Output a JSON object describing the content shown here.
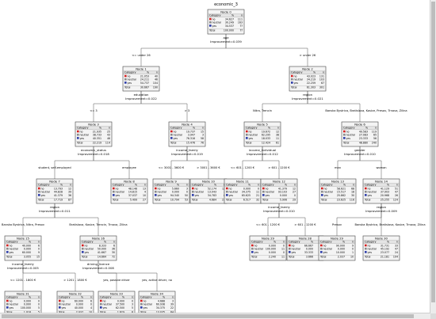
{
  "title": "economic_3",
  "category_header": "Category",
  "pct_header": "%",
  "n_header": "n",
  "total_label": "Total",
  "category_labels": [
    "no",
    "neutral",
    "yes"
  ],
  "category_colors": [
    "#d42020",
    "#8a8a8a",
    "#2a3aa8"
  ],
  "nodes": [
    {
      "id": 0,
      "label": "Node 0",
      "rows": [
        [
          "34.627",
          "111"
        ],
        [
          "30.249",
          "163"
        ],
        [
          "34.537",
          "??"
        ]
      ],
      "total": [
        "100.000",
        "??"
      ]
    },
    {
      "id": 1,
      "label": "Node 1",
      "rows": [
        [
          "21.053",
          "40"
        ],
        [
          "24.211",
          "46"
        ],
        [
          "54.737",
          "104"
        ]
      ],
      "total": [
        "30.667",
        "190"
      ]
    },
    {
      "id": 2,
      "label": "Node 2",
      "rows": [
        [
          "43.023",
          "131"
        ],
        [
          "34.219",
          "103"
        ],
        [
          "22.259",
          "67"
        ]
      ],
      "total": [
        "61.303",
        "301"
      ]
    },
    {
      "id": 3,
      "label": "Node 3",
      "rows": [
        [
          "21.935",
          "25"
        ],
        [
          "38.733",
          "43"
        ],
        [
          "40.351",
          "46"
        ]
      ],
      "total": [
        "22.219",
        "114"
      ]
    },
    {
      "id": 4,
      "label": "Node 4",
      "rows": [
        [
          "19.737",
          "15"
        ],
        [
          "3.947",
          "3"
        ],
        [
          "76.316",
          "58"
        ]
      ],
      "total": [
        "15.476",
        "76"
      ]
    },
    {
      "id": 5,
      "label": "Node 5",
      "rows": [
        [
          "19.672",
          "12"
        ],
        [
          "62.295",
          "38"
        ],
        [
          "18.033",
          "11"
        ]
      ],
      "total": [
        "12.424",
        "61"
      ]
    },
    {
      "id": 6,
      "label": "Node 6",
      "rows": [
        [
          "49.583",
          "119"
        ],
        [
          "27.083",
          "65"
        ],
        [
          "23.333",
          "56"
        ]
      ],
      "total": [
        "48.880",
        "240"
      ]
    },
    {
      "id": 7,
      "label": "Node 7",
      "rows": [
        [
          "13.793",
          "12"
        ],
        [
          "44.828",
          "39"
        ],
        [
          "41.379",
          "36"
        ]
      ],
      "total": [
        "17.719",
        "87"
      ]
    },
    {
      "id": 8,
      "label": "Node 8",
      "rows": [
        [
          "48.148",
          "13"
        ],
        [
          "14.815",
          "4"
        ],
        [
          "37.037",
          "10"
        ]
      ],
      "total": [
        "5.499",
        "27"
      ]
    },
    {
      "id": 9,
      "label": "Node 9",
      "rows": [
        [
          "5.660",
          "3"
        ],
        [
          "0.000",
          "0"
        ],
        [
          "94.340",
          "50"
        ]
      ],
      "total": [
        "10.794",
        "53"
      ]
    },
    {
      "id": 10,
      "label": "Node 10",
      "rows": [
        [
          "52.174",
          "12"
        ],
        [
          "13.043",
          "3"
        ],
        [
          "34.783",
          "8"
        ]
      ],
      "total": [
        "4.684",
        "23"
      ]
    },
    {
      "id": 11,
      "label": "Node 11",
      "rows": [
        [
          "0.000",
          "0"
        ],
        [
          "34.375",
          "11"
        ],
        [
          "65.625",
          "21"
        ]
      ],
      "total": [
        "6.517",
        "32"
      ]
    },
    {
      "id": 12,
      "label": "Node 12",
      "rows": [
        [
          "41.379",
          "12"
        ],
        [
          "93.103",
          "27"
        ],
        [
          "0.000",
          "0"
        ]
      ],
      "total": [
        "5.906",
        "29"
      ]
    },
    {
      "id": 13,
      "label": "Node 13",
      "rows": [
        [
          "58.621",
          "68"
        ],
        [
          "15.517",
          "18"
        ],
        [
          "25.862",
          "30"
        ]
      ],
      "total": [
        "23.625",
        "116"
      ]
    },
    {
      "id": 14,
      "label": "Node 14",
      "rows": [
        [
          "41.129",
          "51"
        ],
        [
          "37.903",
          "47"
        ],
        [
          "20.968",
          "26"
        ]
      ],
      "total": [
        "25.255",
        "124"
      ]
    },
    {
      "id": 15,
      "label": "Node 15",
      "rows": [
        [
          "40.000",
          "6"
        ],
        [
          "0.000",
          "0"
        ],
        [
          "60.000",
          "9"
        ]
      ],
      "total": [
        "3.055",
        "15"
      ]
    },
    {
      "id": 16,
      "label": "Node 16",
      "rows": [
        [
          "8.333",
          "6"
        ],
        [
          "50.000",
          "36"
        ],
        [
          "41.667",
          "30"
        ]
      ],
      "total": [
        "14.664",
        "72"
      ]
    },
    {
      "id": 29,
      "label": "Node 29",
      "rows": [
        [
          "0.000",
          "0"
        ],
        [
          "100.000",
          "11"
        ],
        [
          "0.000",
          "0"
        ]
      ],
      "total": [
        "2.240",
        "11"
      ]
    },
    {
      "id": 28,
      "label": "Node 28",
      "rows": [
        [
          "66.667",
          "12"
        ],
        [
          "0.000",
          "0"
        ],
        [
          "33.333",
          "6"
        ]
      ],
      "total": [
        "3.666",
        "18"
      ]
    },
    {
      "id": 29,
      "label": "Node 29",
      "rows": [
        [
          "90.000",
          "9"
        ],
        [
          "0.000",
          "0"
        ],
        [
          "10.000",
          "1"
        ]
      ],
      "total": [
        "2.037",
        "10"
      ]
    },
    {
      "id": 30,
      "label": "Node 30",
      "rows": [
        [
          "31.731",
          "33"
        ],
        [
          "45.192",
          "47"
        ],
        [
          "23.077",
          "24"
        ]
      ],
      "total": [
        "21.181",
        "104"
      ]
    },
    {
      "id": 31,
      "label": "Node 31",
      "rows": [
        [
          "0.000",
          "0"
        ],
        [
          "0.000",
          "0"
        ],
        [
          "100.000",
          "5"
        ]
      ],
      "total": [
        "1.018",
        "5"
      ]
    },
    {
      "id": 32,
      "label": "Node 32",
      "rows": [
        [
          "60.000",
          "6"
        ],
        [
          "0.000",
          "0"
        ],
        [
          "40.000",
          "4"
        ]
      ],
      "total": [
        "2.037",
        "10"
      ]
    },
    {
      "id": 33,
      "label": "Node 33",
      "rows": [
        [
          "0.000",
          "0"
        ],
        [
          "37.500",
          "3"
        ],
        [
          "62.500",
          "5"
        ]
      ],
      "total": [
        "1.629",
        "8"
      ]
    },
    {
      "id": 34,
      "label": "Node 34",
      "rows": [
        [
          "4.688",
          "3"
        ],
        [
          "60.938",
          "39"
        ],
        [
          "34.375",
          "22"
        ]
      ],
      "total": [
        "13.035",
        "64"
      ]
    }
  ],
  "splits": [
    {
      "variable": "age",
      "improvement": "Improvement=0.039"
    },
    {
      "variable": "education",
      "improvement": "Improvement=0.022"
    },
    {
      "variable": "region",
      "improvement": "Improvement=0.021"
    },
    {
      "variable": "economic_status",
      "improvement": "Improvement=0.018"
    },
    {
      "variable": "income_family",
      "improvement": "Improvement=0.019"
    },
    {
      "variable": "income_individual",
      "improvement": "Improvement=0.012"
    },
    {
      "variable": "gender",
      "improvement": "Improvement=0.010"
    },
    {
      "variable": "region",
      "improvement": "Improvement=0.011"
    },
    {
      "variable": "income_family",
      "improvement": "Improvement=0.010"
    },
    {
      "variable": "region",
      "improvement": "Improvement=0.009"
    },
    {
      "variable": "income_family",
      "improvement": "Improvement=0.005"
    },
    {
      "variable": "driving_licence",
      "improvement": "Improvement=0.008"
    }
  ],
  "edges": [
    {
      "label": "<= under 26"
    },
    {
      "label": "> under 26"
    },
    {
      "label": "<= 3"
    },
    {
      "label": "> 3"
    },
    {
      "label": "Nitra, Trencin"
    },
    {
      "label": "Banska Bystrica, Bratislava, Kosice, Presov, Trnava, Zilina"
    },
    {
      "label": "student, self-employed"
    },
    {
      "label": "employee"
    },
    {
      "label": "<= 3001 - 3600 €"
    },
    {
      "label": "> 3001 - 3600 €"
    },
    {
      "label": "<= 601 - 1200 €"
    },
    {
      "label": "> 601 - 1200 €"
    },
    {
      "label": "man"
    },
    {
      "label": "woman"
    },
    {
      "label": "Banska Bystrica, Nitra, Presov"
    },
    {
      "label": "Bratislava, Kosice, Trencin, Trnava, Zilina"
    },
    {
      "label": "<= 601 - 1200 €"
    },
    {
      "label": "> 601 - 1200 €"
    },
    {
      "label": "Presov"
    },
    {
      "label": "Banska Bystrica, Bratislava, Kosice, Trnava, Zilina"
    },
    {
      "label": "<= 1201 - 1800 €"
    },
    {
      "label": "> 1201 - 1800 €"
    },
    {
      "label": "yes, passive driver"
    },
    {
      "label": "yes, active driver, no"
    }
  ]
}
